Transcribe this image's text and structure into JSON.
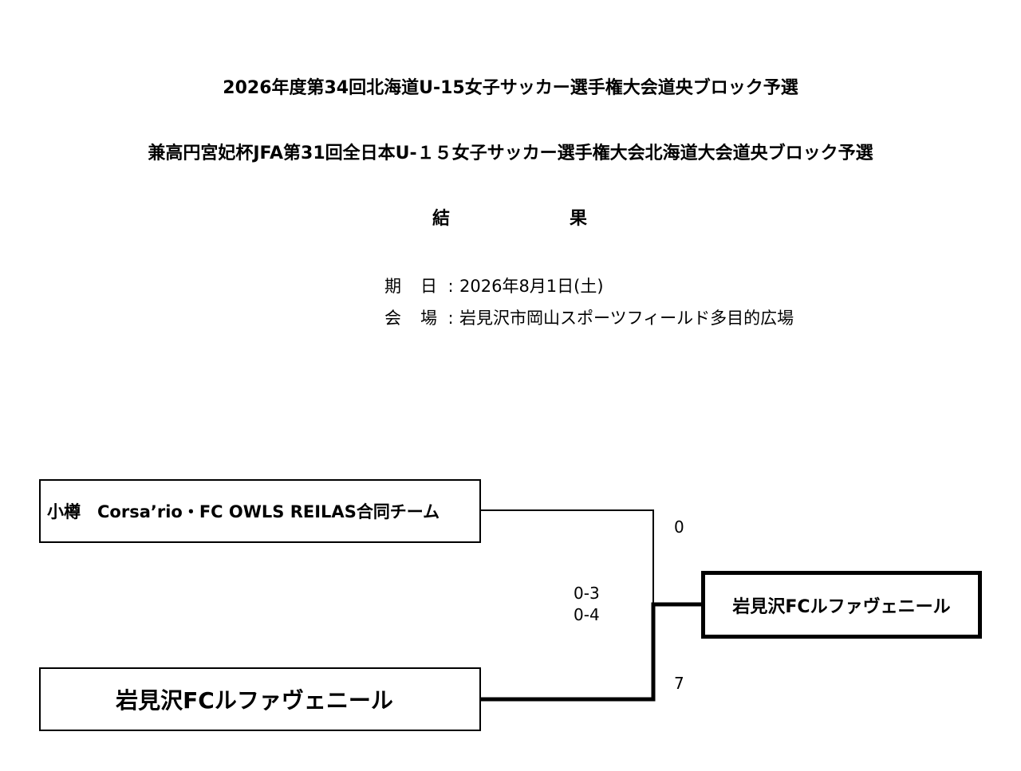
{
  "header": {
    "title_line1": "2026年度第34回北海道U-15女子サッカー選手権大会道央ブロック予選",
    "title_line2": "兼高円宮妃杯JFA第31回全日本U-１５女子サッカー選手権大会北海道大会道央ブロック予選",
    "result_char_1": "結",
    "result_char_2": "果"
  },
  "info": {
    "date_label": "期日",
    "date_value": "2026年8月1日(土)",
    "venue_label": "会場",
    "venue_value": "岩見沢市岡山スポーツフィールド多目的広場",
    "separator": ":"
  },
  "bracket": {
    "team_top": "小樽　Corsa’rio・FC OWLS REILAS合同チーム",
    "team_bottom": "岩見沢FCルファヴェニール",
    "winner": "岩見沢FCルファヴェニール",
    "score_top": "0",
    "score_bottom": "7",
    "halftime_score": "0-3",
    "secondhalf_score": "0-4"
  }
}
